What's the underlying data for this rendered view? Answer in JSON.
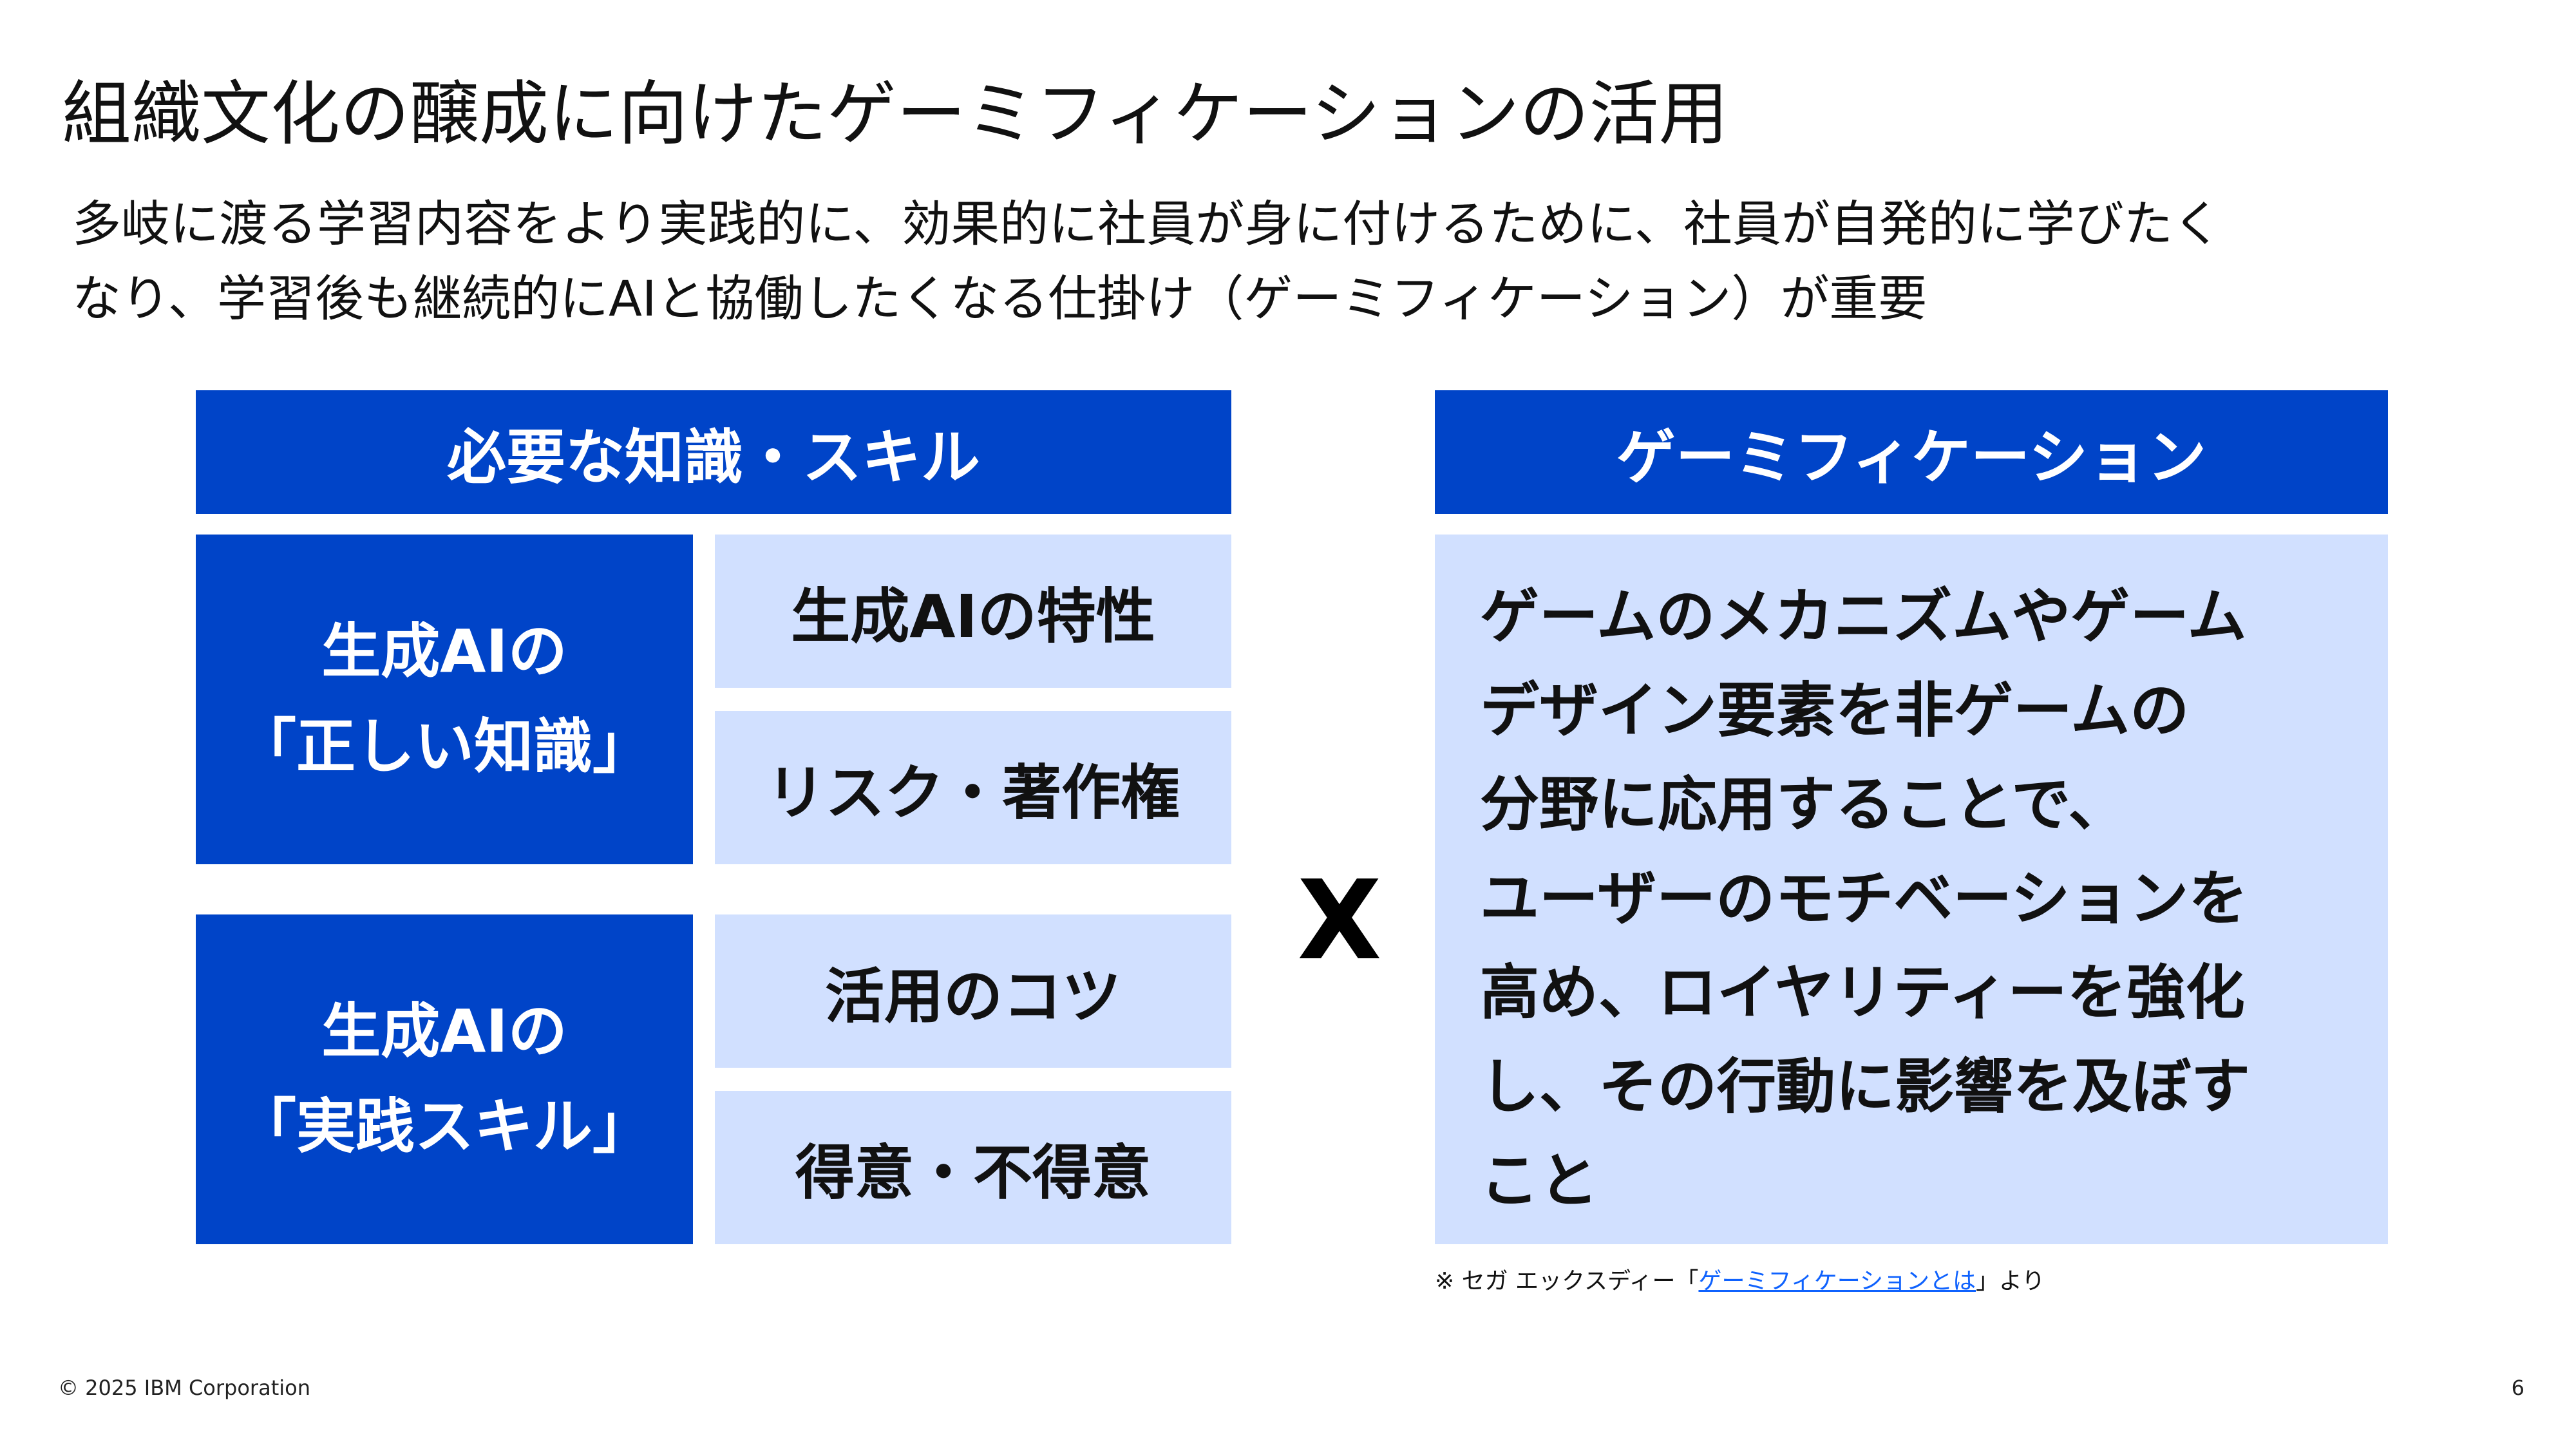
{
  "slide": {
    "title": "組織文化の醸成に向けたゲーミフィケーションの活用",
    "subtitle_lines": [
      "多岐に渡る学習内容をより実践的に、効果的に社員が身に付けるために、社員が自発的に学びたく",
      "なり、学習後も継続的にAIと協働したくなる仕掛け（ゲーミフィケーション）が重要"
    ]
  },
  "left": {
    "header": "必要な知識・スキル",
    "groups": [
      {
        "category_lines": [
          "生成AIの",
          "「正しい知識」"
        ],
        "items": [
          "生成AIの特性",
          "リスク・著作権"
        ]
      },
      {
        "category_lines": [
          "生成AIの",
          "「実践スキル」"
        ],
        "items": [
          "活用のコツ",
          "得意・不得意"
        ]
      }
    ]
  },
  "operator": "X",
  "right": {
    "header": "ゲーミフィケーション",
    "definition_lines": [
      "ゲームのメカニズムやゲーム",
      "デザイン要素を非ゲームの",
      "分野に応用することで、",
      "ユーザーのモチベーションを",
      "高め、ロイヤリティーを強化",
      "し、その行動に影響を及ぼす",
      "こと"
    ]
  },
  "source_note": {
    "prefix": "※ セガ エックスディー「",
    "link_text": "ゲーミフィケーションとは",
    "suffix": "」より"
  },
  "footer": {
    "copyright": "© 2025 IBM Corporation",
    "page_number": "6"
  },
  "colors": {
    "primary_blue": "#0044c8",
    "light_blue": "#d1e0ff",
    "link_blue": "#0f62fe"
  }
}
